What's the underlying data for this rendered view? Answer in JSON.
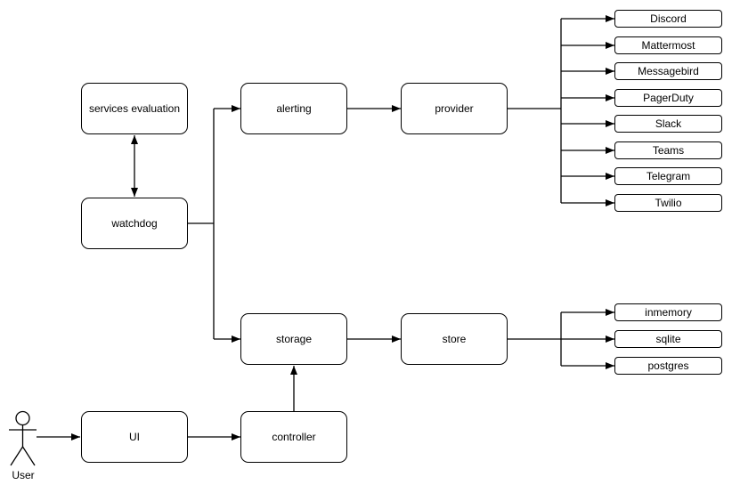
{
  "diagram": {
    "nodes": {
      "services_evaluation": "services evaluation",
      "watchdog": "watchdog",
      "alerting": "alerting",
      "provider": "provider",
      "storage": "storage",
      "store": "store",
      "ui": "UI",
      "controller": "controller"
    },
    "actor": {
      "label": "User"
    },
    "provider_targets": [
      "Discord",
      "Mattermost",
      "Messagebird",
      "PagerDuty",
      "Slack",
      "Teams",
      "Telegram",
      "Twilio"
    ],
    "store_targets": [
      "inmemory",
      "sqlite",
      "postgres"
    ]
  },
  "colors": {
    "line": "#000000",
    "node_fill": "#ffffff",
    "node_border": "#000000",
    "text": "#000000",
    "background": "#ffffff"
  }
}
